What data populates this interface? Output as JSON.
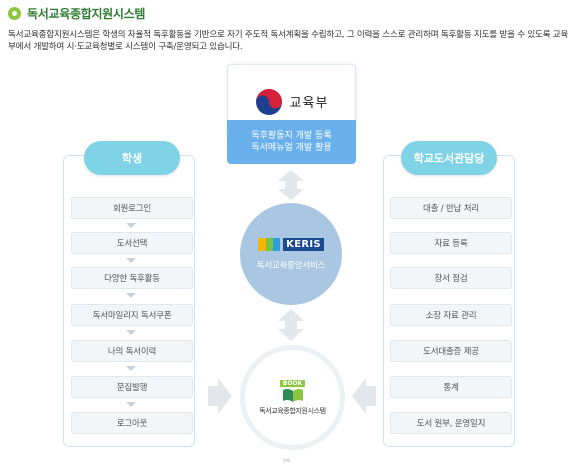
{
  "header": {
    "title": "독서교육종합지원시스템",
    "description": "독서교육종합지원시스템은 학생의 자율적 독후활동을 기반으로 자기 주도적 독서계획을 수립하고, 그 이력을 스스로 관리하며 독후활동 지도를 받을 수 있도록 교육부에서 개발하여 시·도교육청별로 시스템이 구축/운영되고 있습니다."
  },
  "ministry": {
    "name": "교육부",
    "line1": "독후활동지 개발 등록",
    "line2": "독서메뉴얼 개발 활용"
  },
  "student": {
    "title": "학생",
    "items": [
      "회원로그인",
      "도서선택",
      "다양한 독후활동",
      "독서마일리지 독서쿠폰",
      "나의 독서이력",
      "문집발행",
      "로그아웃"
    ]
  },
  "library": {
    "title": "학교도서관담당",
    "items": [
      "대출 / 반납 처리",
      "자료 등록",
      "장서 점검",
      "소장 자료 관리",
      "도서대출증 제공",
      "통계",
      "도서 원부, 운영일지"
    ]
  },
  "keris": {
    "logo_text": "KERIS",
    "label": "독서교육중앙서비스"
  },
  "system": {
    "badge": "BOOK",
    "label": "독서교육종합지원시스템"
  },
  "footer": {
    "mark": "인하"
  },
  "colors": {
    "accent_green": "#8cc63f",
    "title_green": "#2e7d32",
    "ministry_blue": "#69b0ec",
    "head_cyan": "#7ed3e6",
    "keris_circle": "#a9c7e2"
  }
}
